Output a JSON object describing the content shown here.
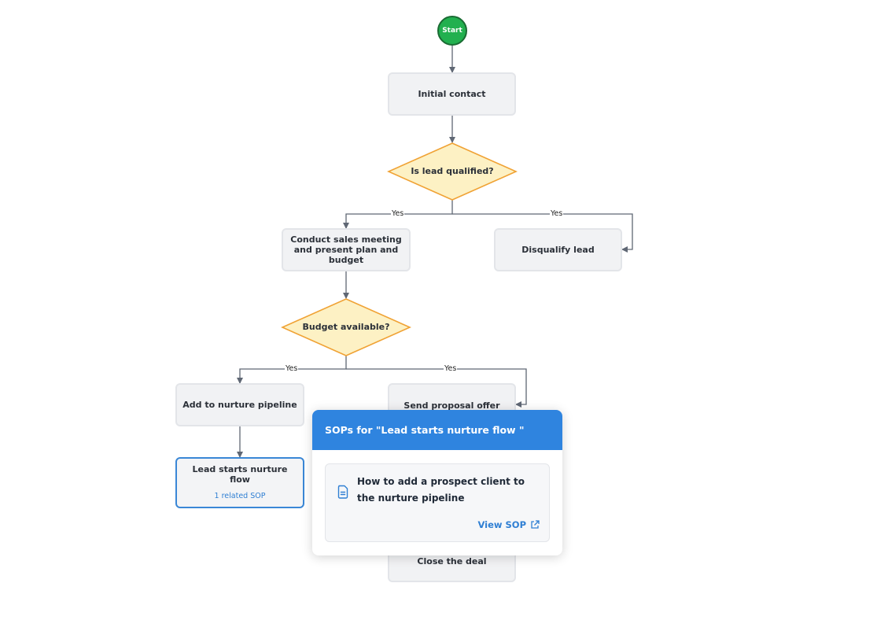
{
  "flowchart": {
    "start_label": "Start",
    "nodes": {
      "initial_contact": "Initial contact",
      "sales_meeting": "Conduct sales meeting and present plan and budget",
      "disqualify": "Disqualify lead",
      "add_nurture": "Add to nurture pipeline",
      "send_proposal": "Send proposal offer",
      "lead_nurture": "Lead starts nurture flow",
      "lead_nurture_sub": "1 related SOP",
      "close_deal": "Close the deal"
    },
    "decisions": {
      "qualified": "Is lead qualified?",
      "budget": "Budget available?"
    },
    "edge_labels": {
      "q_left": "Yes",
      "q_right": "Yes",
      "b_left": "Yes",
      "b_right": "Yes"
    }
  },
  "popup": {
    "header": "SOPs for \"Lead starts nurture flow \"",
    "sop_title": "How to add a prospect client to the nurture pipeline",
    "view_label": "View SOP"
  },
  "colors": {
    "start_fill": "#22b04f",
    "decision_fill": "#fdf1c4",
    "decision_stroke": "#f0a234",
    "selected_border": "#3a87d6",
    "popup_header": "#2f84df",
    "edge": "#5f6774"
  }
}
